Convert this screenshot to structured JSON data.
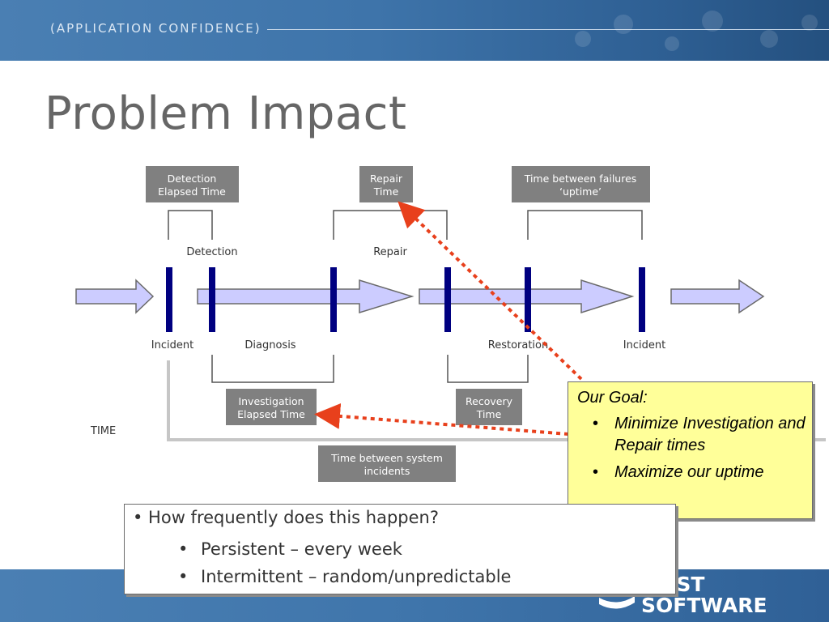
{
  "header": {
    "tagline": "(APPLICATION CONFIDENCE)"
  },
  "slide": {
    "title": "Problem Impact"
  },
  "diagram": {
    "time_label": "TIME",
    "top_boxes": {
      "detection_elapsed": [
        "Detection",
        "Elapsed Time"
      ],
      "repair_time": [
        "Repair",
        "Time"
      ],
      "uptime": [
        "Time between failures",
        "‘uptime’"
      ]
    },
    "bottom_boxes": {
      "investigation_elapsed": [
        "Investigation",
        "Elapsed Time"
      ],
      "recovery_time": [
        "Recovery",
        "Time"
      ],
      "between_incidents": [
        "Time between system",
        "incidents"
      ]
    },
    "phase_labels": {
      "detection": "Detection",
      "repair": "Repair",
      "incident_1": "Incident",
      "diagnosis": "Diagnosis",
      "restoration": "Restoration",
      "incident_2": "Incident"
    }
  },
  "goal_box": {
    "heading": "Our Goal:",
    "items": [
      "Minimize Investigation and Repair times",
      "Maximize our uptime"
    ]
  },
  "questions": {
    "question": "• How frequently does this happen?",
    "items": [
      "Persistent – every week",
      "Intermittent – random/unpredictable"
    ]
  },
  "footer": {
    "logo_line1": "UEST",
    "logo_line2": "SOFTWARE"
  },
  "colors": {
    "marker": "#000080",
    "arrow_fill": "#ccccff",
    "label_box": "#808080",
    "pointer": "#e8401c",
    "goal_bg": "#ffff99"
  }
}
